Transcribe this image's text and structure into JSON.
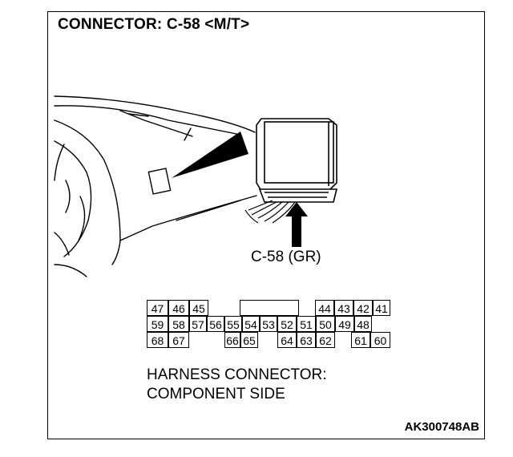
{
  "title": "CONNECTOR: C-58 <M/T>",
  "connector_label": "C-58 (GR)",
  "caption": {
    "line1": "HARNESS CONNECTOR:",
    "line2": "COMPONENT SIDE"
  },
  "code": "AK300748AB",
  "icons": [
    "dashboard-illustration",
    "ecu-connector-illustration",
    "up-arrow-icon"
  ],
  "pins": {
    "row1": [
      "47",
      "46",
      "45",
      "",
      "",
      "",
      "",
      "",
      "",
      "44",
      "43",
      "42",
      "41"
    ],
    "row2": [
      "59",
      "58",
      "57",
      "56",
      "55",
      "54",
      "53",
      "52",
      "51",
      "50",
      "49",
      "48"
    ],
    "row3": [
      "68",
      "67",
      "",
      "66",
      "65",
      "",
      "64",
      "63",
      "62",
      "",
      "61",
      "60"
    ]
  }
}
